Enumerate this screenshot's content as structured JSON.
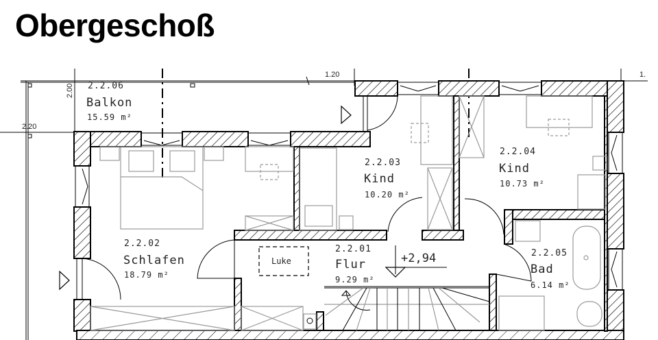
{
  "title": "Obergeschoß",
  "dimensions": {
    "top_right_segment": "1.20",
    "right_edge": "1.",
    "balcony_depth": "2.00",
    "left_extension": "2.20"
  },
  "rooms": [
    {
      "number": "2.2.06",
      "name": "Balkon",
      "area": "15.59 m²"
    },
    {
      "number": "2.2.02",
      "name": "Schlafen",
      "area": "18.79 m²"
    },
    {
      "number": "2.2.03",
      "name": "Kind",
      "area": "10.20 m²"
    },
    {
      "number": "2.2.04",
      "name": "Kind",
      "area": "10.73 m²"
    },
    {
      "number": "2.2.01",
      "name": "Flur",
      "area": "9.29 m²"
    },
    {
      "number": "2.2.05",
      "name": "Bad",
      "area": "6.14 m²"
    }
  ],
  "annotations": {
    "hatch_label": "Luke",
    "elevation": "+2,94"
  }
}
